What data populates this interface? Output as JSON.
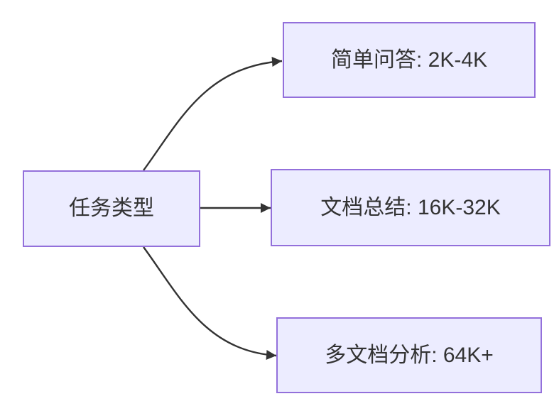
{
  "diagram": {
    "type": "flowchart-left-to-right",
    "root": {
      "id": "task-type",
      "label": "任务类型"
    },
    "leaves": [
      {
        "id": "simple-qa",
        "label": "简单问答: 2K-4K"
      },
      {
        "id": "doc-summary",
        "label": "文档总结: 16K-32K"
      },
      {
        "id": "multi-doc-analysis",
        "label": "多文档分析: 64K+"
      }
    ],
    "edges": [
      {
        "from": "任务类型",
        "to": "简单问答: 2K-4K"
      },
      {
        "from": "任务类型",
        "to": "文档总结: 16K-32K"
      },
      {
        "from": "任务类型",
        "to": "多文档分析: 64K+"
      }
    ],
    "colors": {
      "node_fill": "#ECECFF",
      "node_border": "#9370DB",
      "edge_stroke": "#333333",
      "label_text": "#333333",
      "background": "#FFFFFF"
    }
  }
}
